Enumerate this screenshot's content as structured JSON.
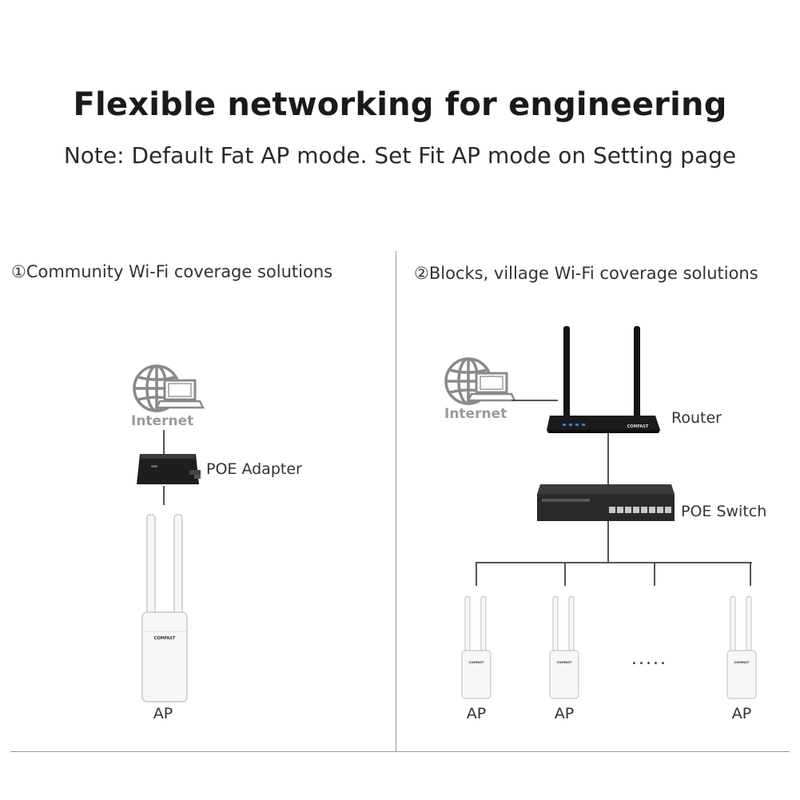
{
  "title": "Flexible networking for engineering",
  "subtitle": "Note: Default Fat AP mode. Set Fit AP mode on Setting page",
  "left": {
    "heading": "①Community Wi-Fi coverage solutions",
    "internet": "Internet",
    "poe_adapter": "POE Adapter",
    "ap": "AP",
    "brand": "COMFAST"
  },
  "right": {
    "heading": "②Blocks, village Wi-Fi coverage solutions",
    "internet": "Internet",
    "router": "Router",
    "poe_switch": "POE Switch",
    "aps": [
      "AP",
      "AP",
      "AP"
    ],
    "ellipsis": ".....",
    "brand": "COMFAST"
  }
}
